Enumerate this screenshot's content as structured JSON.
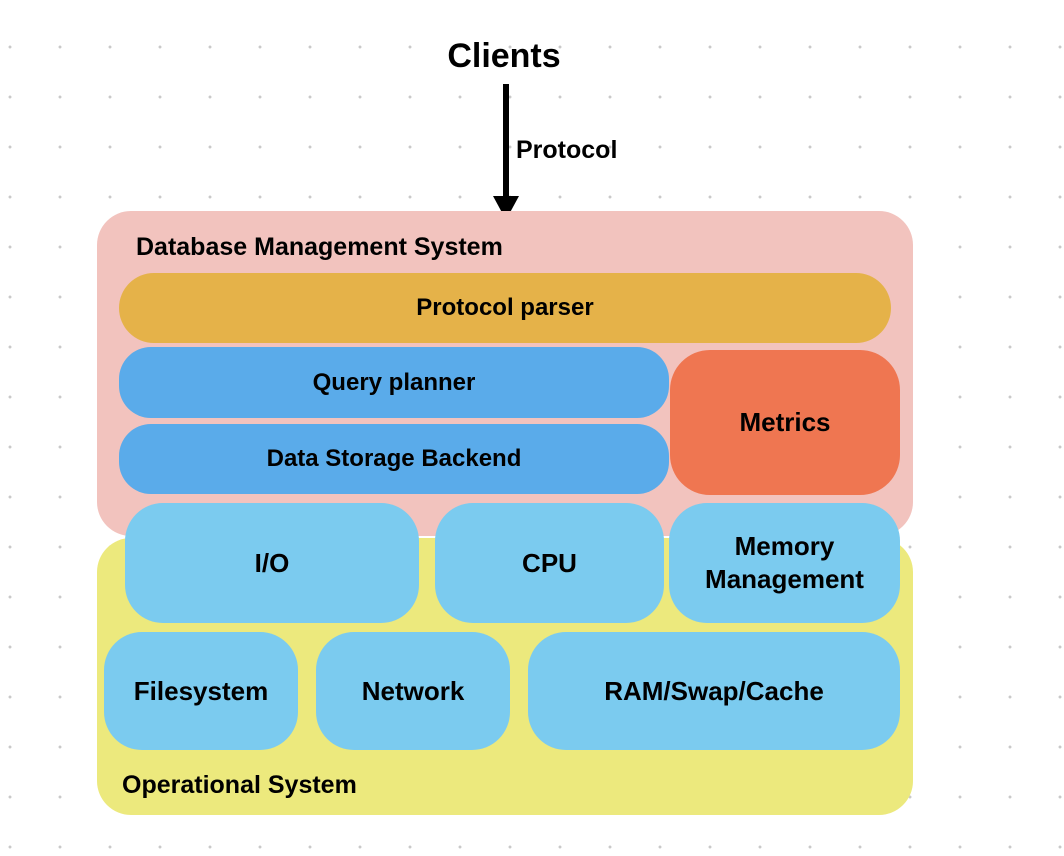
{
  "clients": {
    "title": "Clients"
  },
  "connection": {
    "label": "Protocol"
  },
  "dbms": {
    "label": "Database Management System",
    "components": {
      "protocol_parser": "Protocol parser",
      "query_planner": "Query planner",
      "data_storage_backend": "Data Storage Backend",
      "metrics": "Metrics"
    }
  },
  "os": {
    "label": "Operational System",
    "resources": {
      "io": "I/O",
      "cpu": "CPU",
      "memory_management": "Memory Management"
    },
    "subsystems": {
      "filesystem": "Filesystem",
      "network": "Network",
      "ram_swap_cache": "RAM/Swap/Cache"
    }
  },
  "colors": {
    "dbms_background": "#f2c3be",
    "os_background": "#ece97d",
    "protocol_parser": "#e5b249",
    "dbms_component": "#5aabea",
    "metrics": "#ef7651",
    "os_component": "#7bcbef"
  }
}
